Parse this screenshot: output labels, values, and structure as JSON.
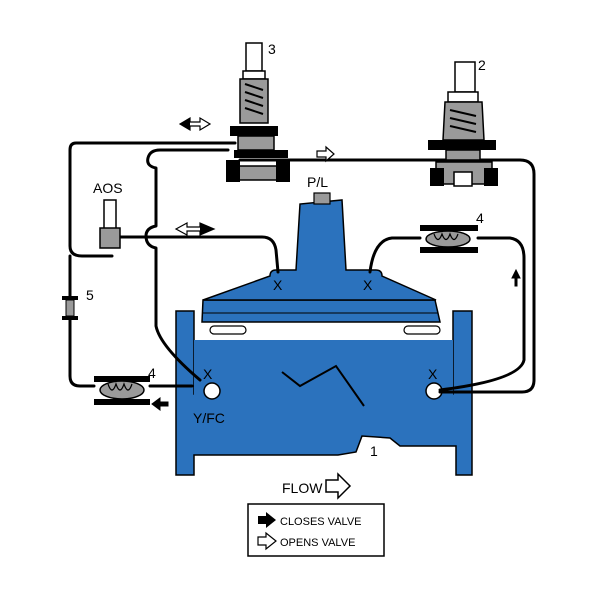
{
  "labels": {
    "component_1": "1",
    "component_2": "2",
    "component_3": "3",
    "component_4a": "4",
    "component_4b": "4",
    "component_5": "5",
    "aos": "AOS",
    "pl": "P/L",
    "yfc": "Y/FC",
    "port_x1": "X",
    "port_x2": "X",
    "port_x3": "X",
    "port_x4": "X",
    "flow": "FLOW"
  },
  "legend": {
    "closes": "CLOSES VALVE",
    "opens": "OPENS VALVE"
  },
  "colors": {
    "valve_body": "#2b72bd",
    "outline": "#000000",
    "pilot_gray": "#9a9a9a",
    "background": "#ffffff"
  }
}
